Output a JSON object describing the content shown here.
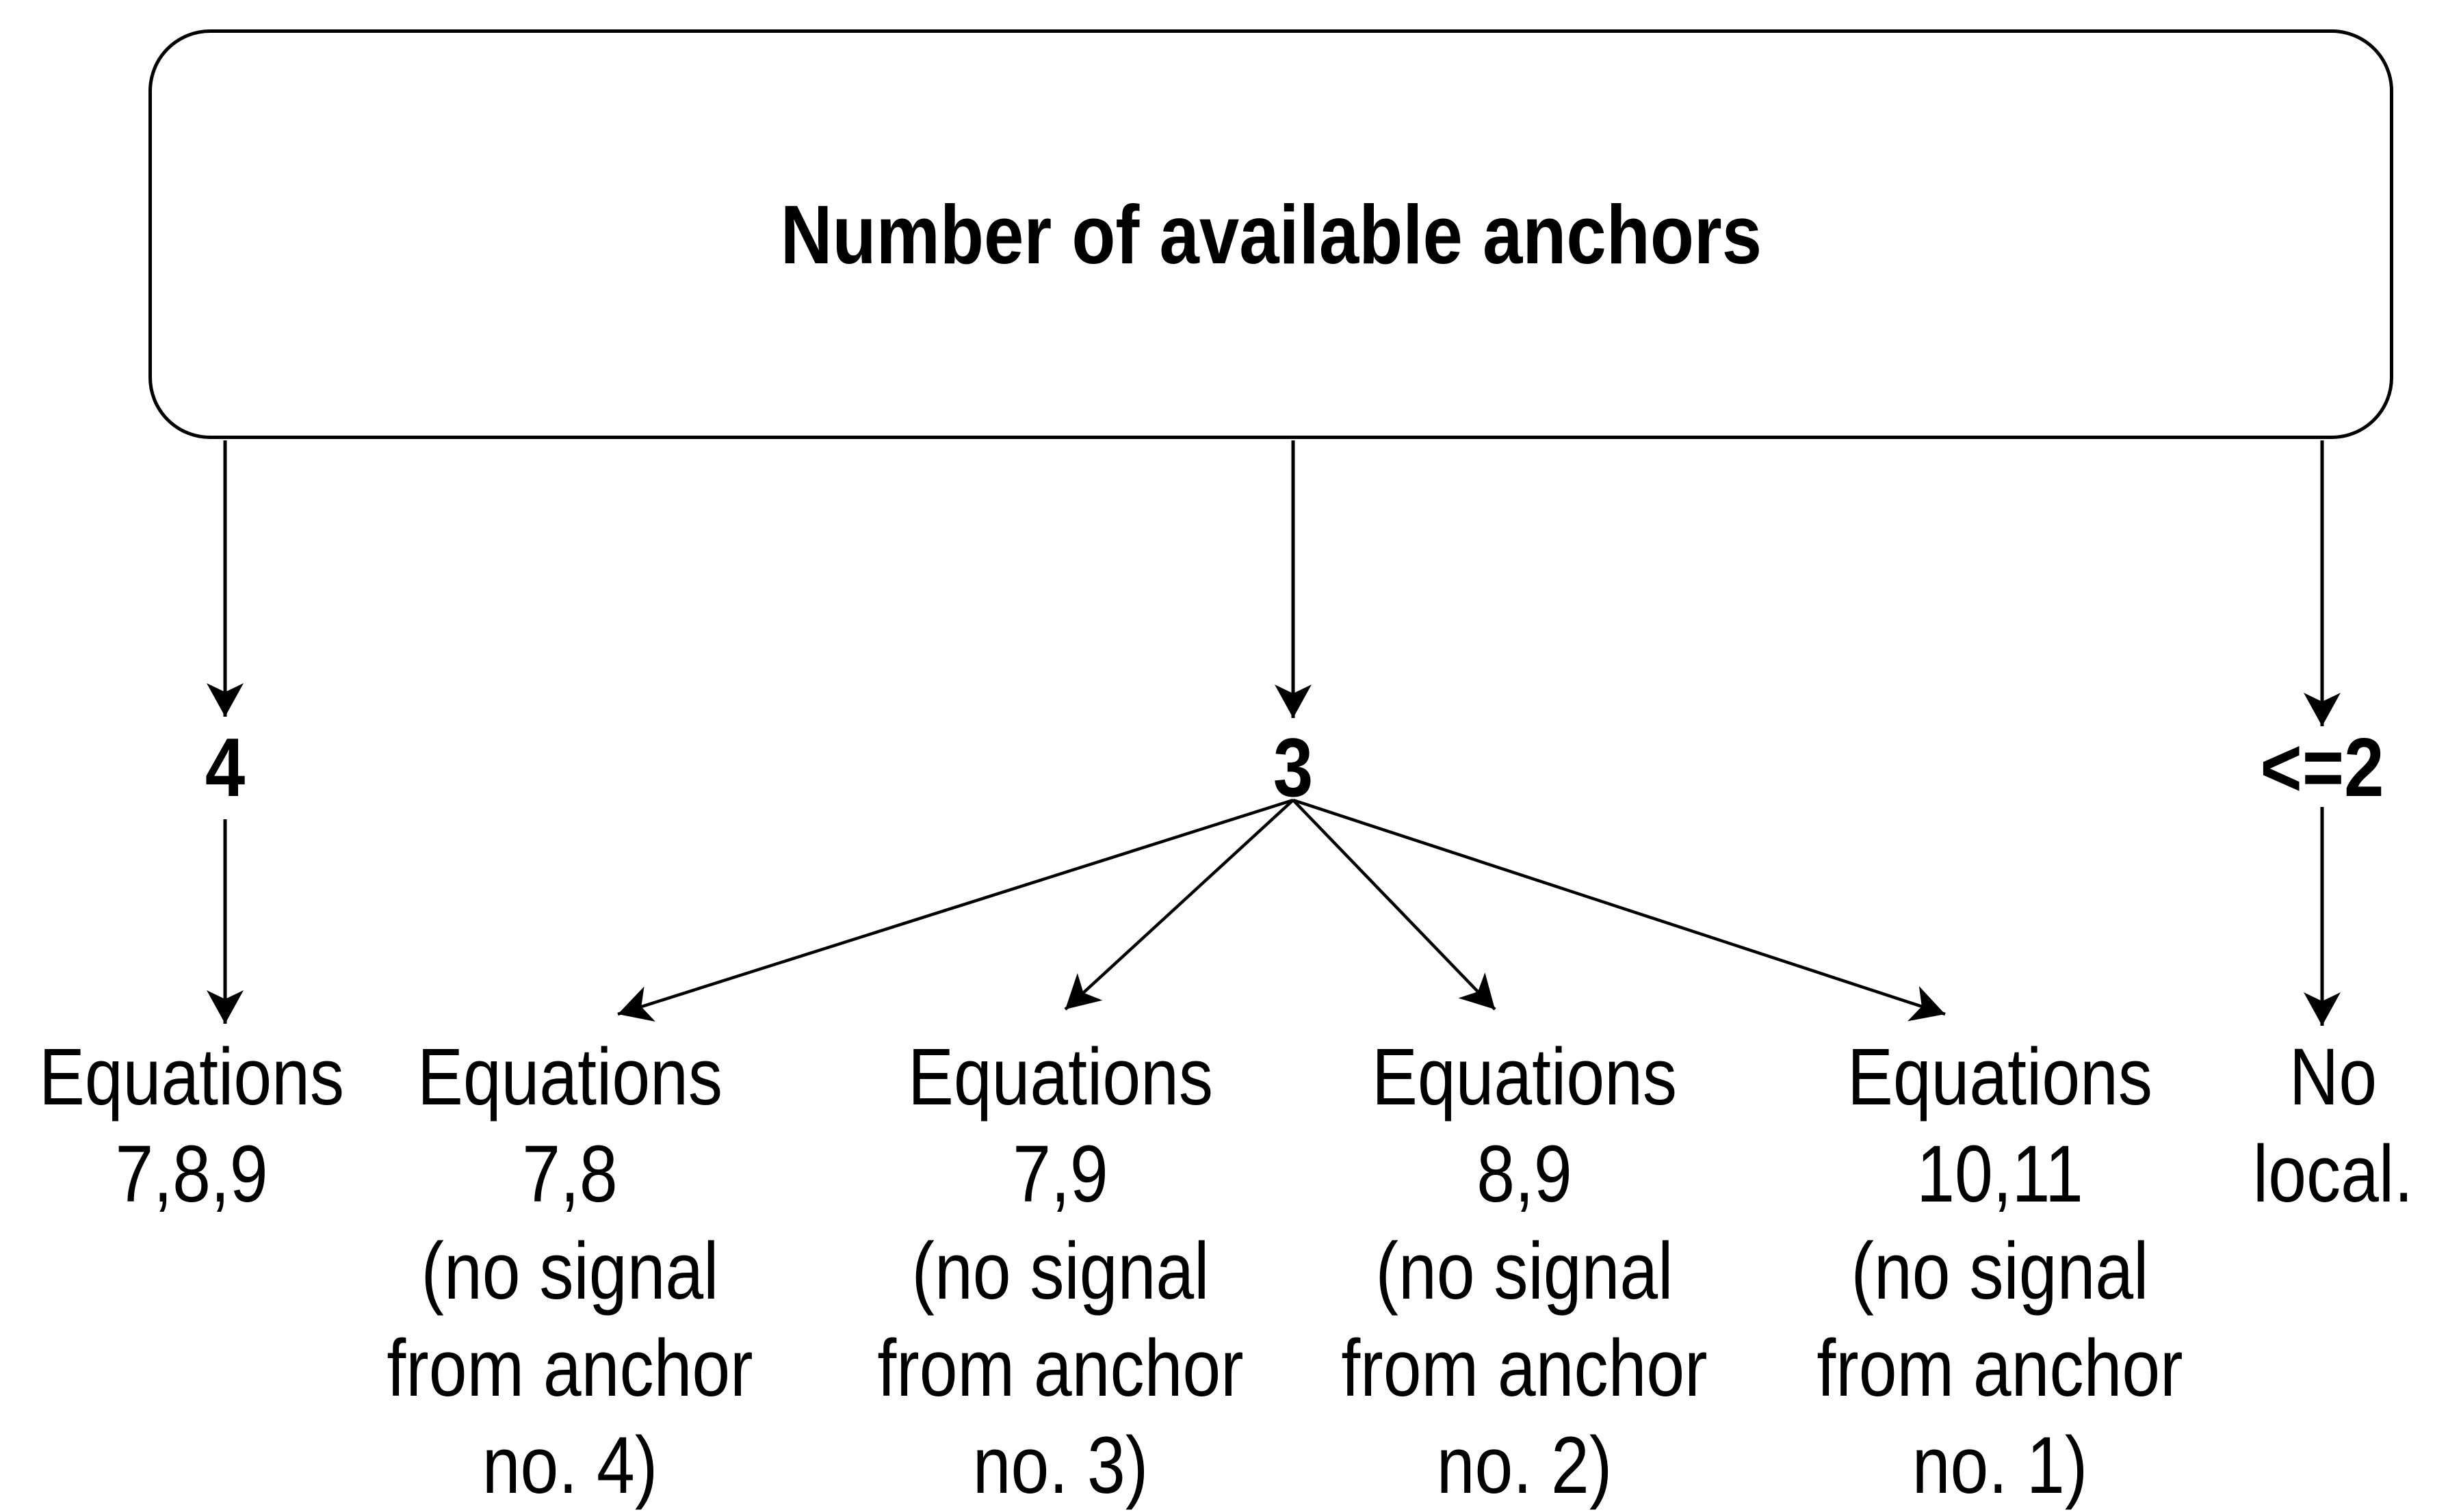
{
  "diagram": {
    "root": {
      "title": "Number of available anchors"
    },
    "branches": [
      {
        "label": "4"
      },
      {
        "label": "3"
      },
      {
        "label": "<=2"
      }
    ],
    "outcomes": [
      {
        "lines": [
          "Equations",
          "7,8,9"
        ]
      },
      {
        "lines": [
          "Equations",
          "7,8",
          "(no signal",
          "from anchor",
          "no. 4)"
        ]
      },
      {
        "lines": [
          "Equations",
          "7,9",
          "(no signal",
          "from anchor",
          "no. 3)"
        ]
      },
      {
        "lines": [
          "Equations",
          "8,9",
          "(no signal",
          "from anchor",
          "no. 2)"
        ]
      },
      {
        "lines": [
          "Equations",
          "10,11",
          "(no signal",
          "from anchor",
          "no. 1)"
        ]
      },
      {
        "lines": [
          "No",
          "local."
        ]
      }
    ],
    "colors": {
      "ink": "#000000",
      "background": "#ffffff"
    }
  }
}
